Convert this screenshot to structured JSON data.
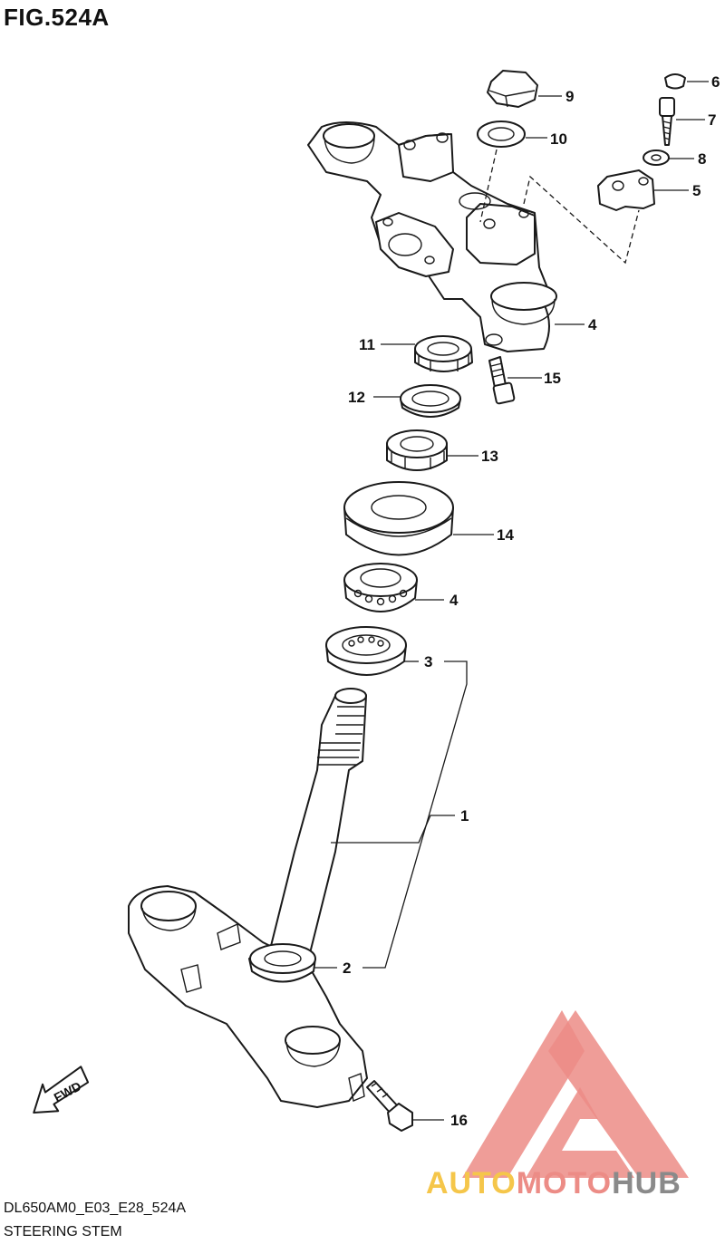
{
  "figure": {
    "title": "FIG.524A",
    "model_code": "DL650AM0_E03_E28_524A",
    "name": "STEERING STEM"
  },
  "direction_badge": "FWD",
  "callouts": [
    "1",
    "2",
    "3",
    "4",
    "4",
    "5",
    "6",
    "7",
    "8",
    "9",
    "10",
    "11",
    "12",
    "13",
    "14",
    "15",
    "16"
  ],
  "watermark": {
    "part1": "AUTO",
    "part2": "MOTO",
    "part3": "HUB",
    "colors": {
      "auto": "#f5c64a",
      "moto": "#ec8c86",
      "hub": "#8a8a8a",
      "logo": "#ec8c86"
    }
  }
}
